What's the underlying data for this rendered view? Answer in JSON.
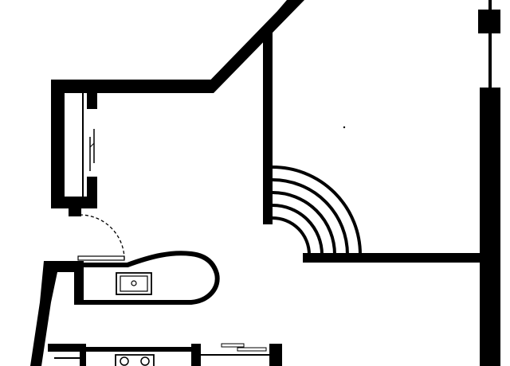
{
  "plan": {
    "labels": [],
    "colors": {
      "wall": "#000000",
      "background": "#ffffff"
    },
    "fixtures": [
      {
        "name": "kitchen-sink",
        "icon": "sink-icon"
      },
      {
        "name": "cooktop",
        "icon": "stove-icon"
      },
      {
        "name": "door-swing",
        "icon": "door-arc-icon"
      },
      {
        "name": "stair-arcs",
        "icon": "stairs-icon"
      },
      {
        "name": "window",
        "icon": "window-icon"
      }
    ]
  }
}
